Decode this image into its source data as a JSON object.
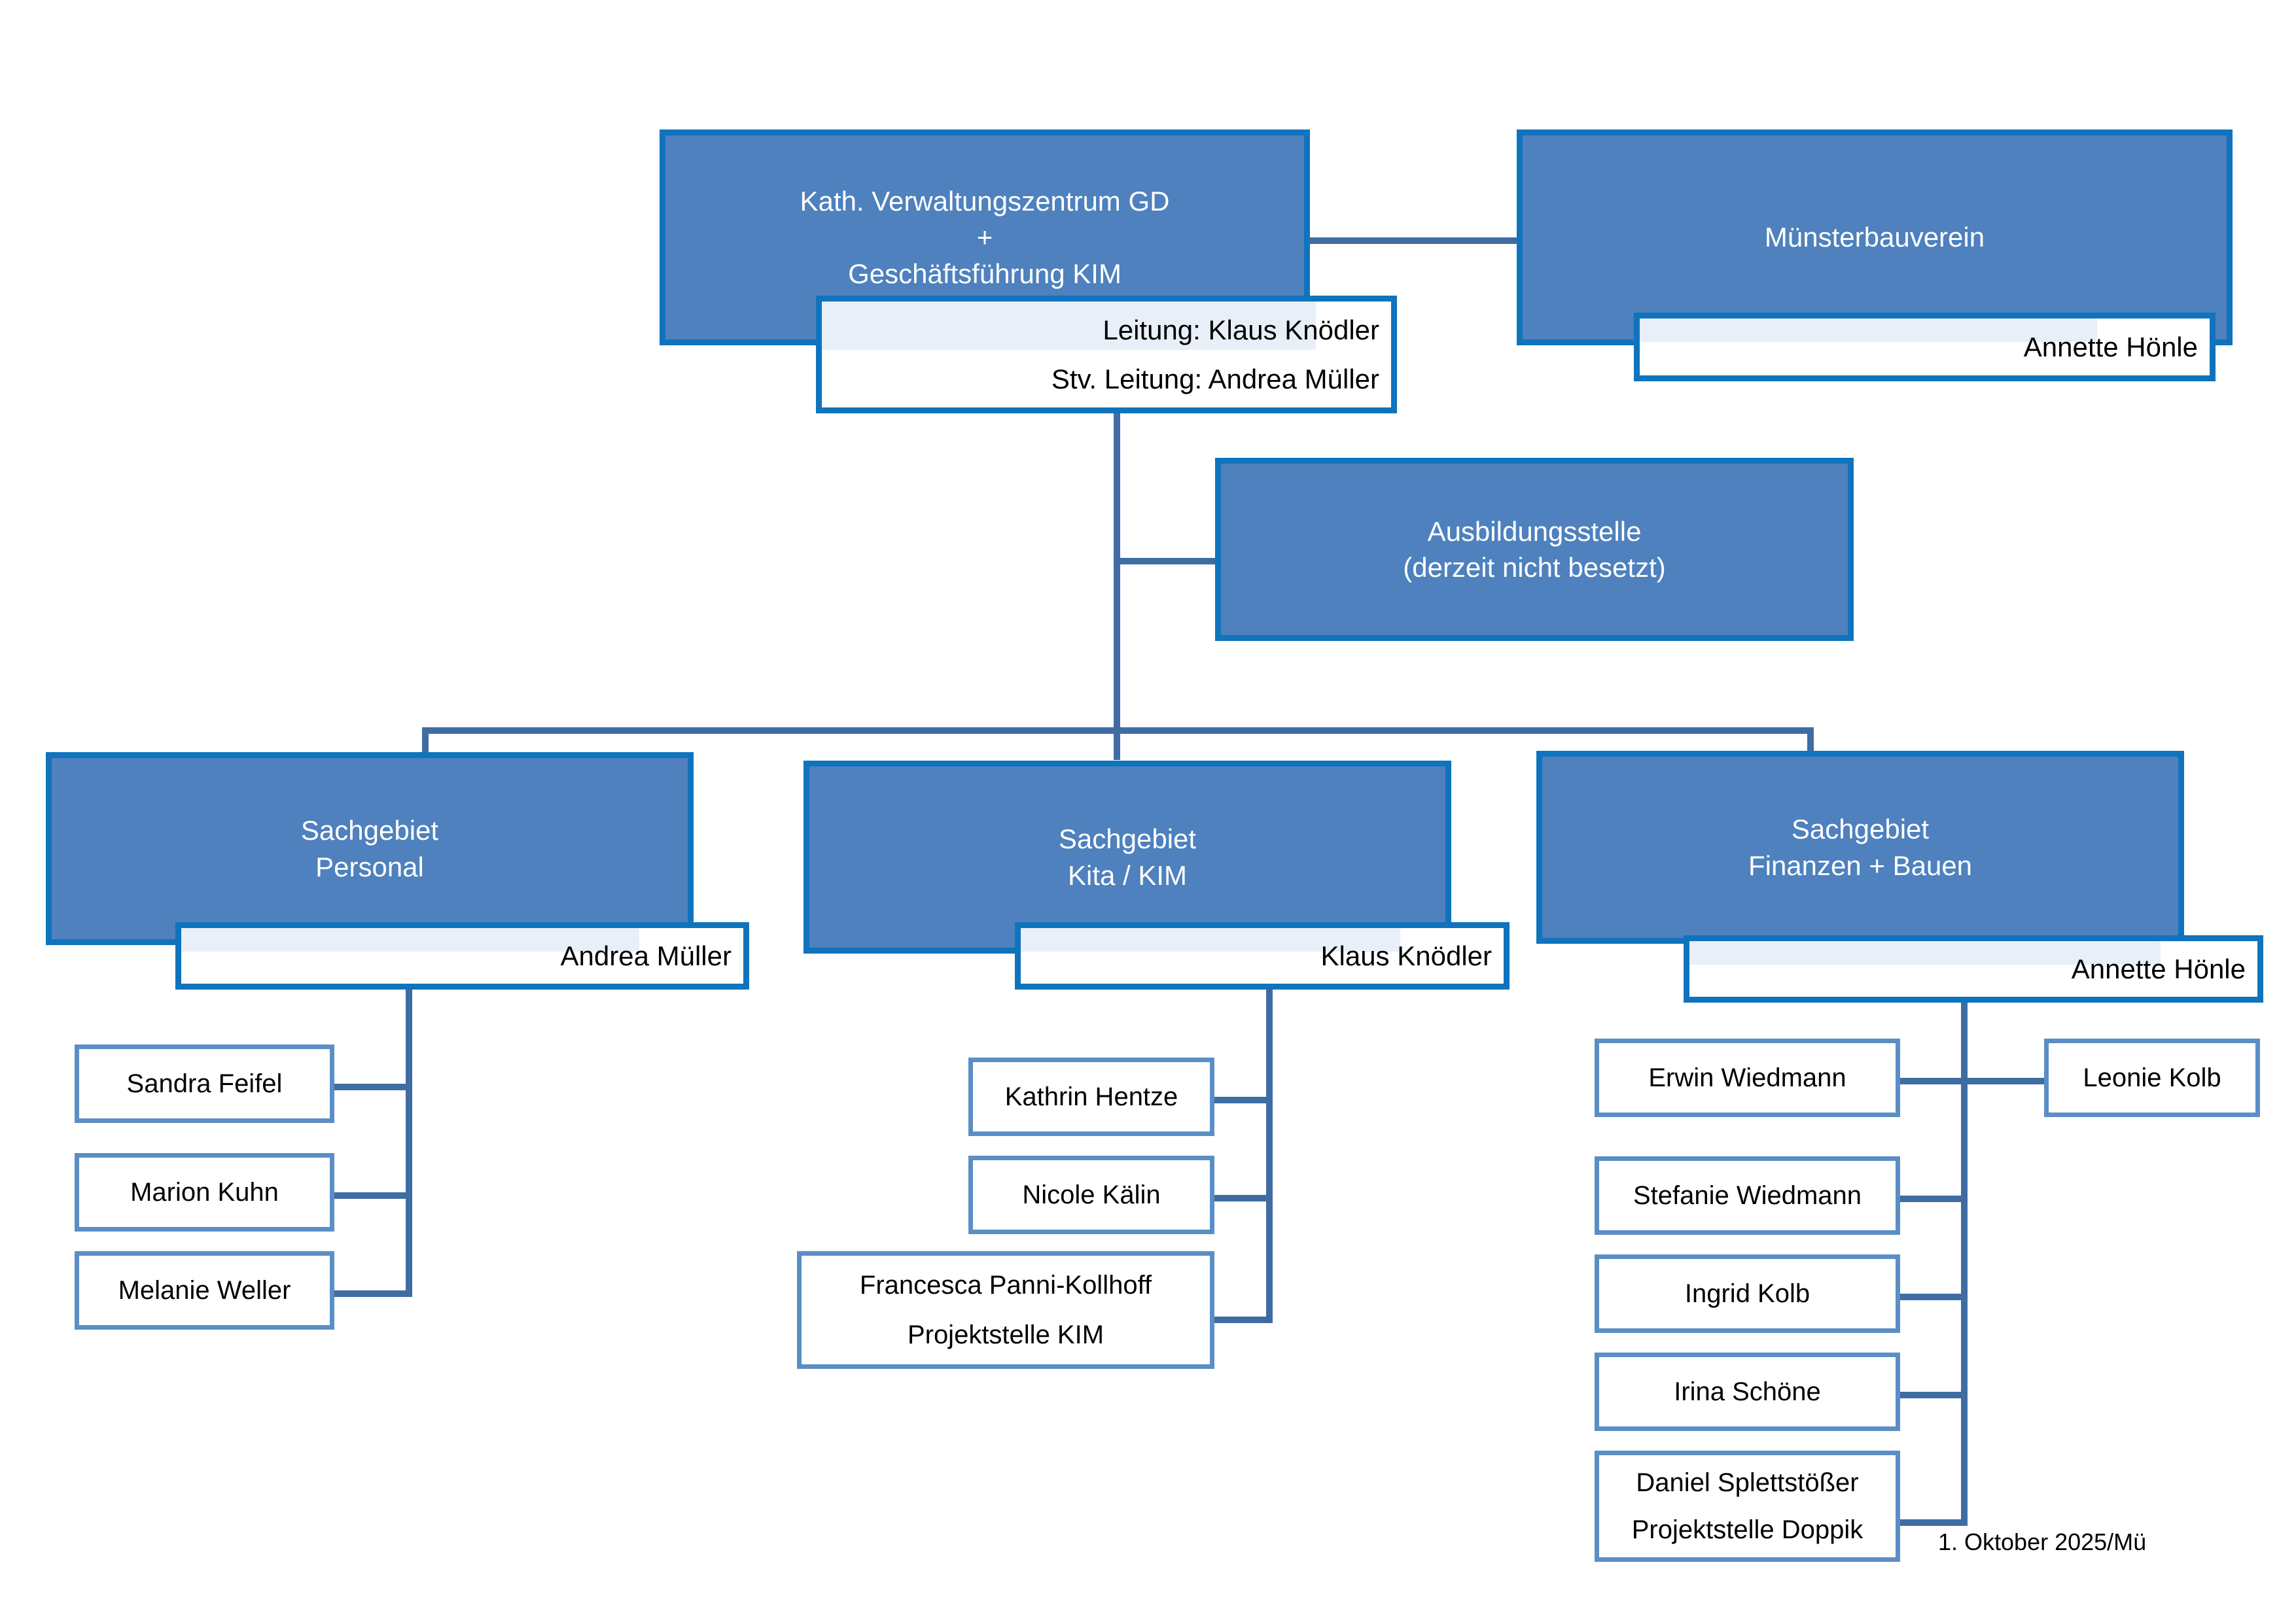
{
  "colors": {
    "unit_fill": "#4e81bd",
    "unit_border": "#1073bd",
    "person_border": "#5b8ec4",
    "connector": "#3f6da3",
    "tint": "#e8eff9",
    "text_on_fill": "#ffffff",
    "text_dark": "#000000"
  },
  "org": {
    "root": {
      "title_line1": "Kath. Verwaltungszentrum GD",
      "title_line2": "+",
      "title_line3": "Geschäftsführung KIM",
      "leader_line1": "Leitung:  Klaus Knödler",
      "leader_line2": "Stv. Leitung: Andrea Müller"
    },
    "muensterbauverein": {
      "title": "Münsterbauverein",
      "leader": "Annette Hönle"
    },
    "ausbildungsstelle": {
      "title_line1": "Ausbildungsstelle",
      "title_line2": "(derzeit nicht besetzt)"
    },
    "departments": [
      {
        "title_line1": "Sachgebiet",
        "title_line2": "Personal",
        "leader": "Andrea Müller",
        "members": [
          {
            "name": "Sandra Feifel"
          },
          {
            "name": "Marion Kuhn"
          },
          {
            "name": "Melanie Weller"
          }
        ]
      },
      {
        "title_line1": "Sachgebiet",
        "title_line2": "Kita / KIM",
        "leader": "Klaus Knödler",
        "members": [
          {
            "name": "Kathrin Hentze"
          },
          {
            "name": "Nicole Kälin"
          },
          {
            "name": "Francesca Panni-Kollhoff",
            "role": "Projektstelle KIM"
          }
        ]
      },
      {
        "title_line1": "Sachgebiet",
        "title_line2": "Finanzen + Bauen",
        "leader": "Annette Hönle",
        "members": [
          {
            "name": "Erwin Wiedmann"
          },
          {
            "name": "Leonie Kolb"
          },
          {
            "name": "Stefanie Wiedmann"
          },
          {
            "name": "Ingrid Kolb"
          },
          {
            "name": "Irina Schöne"
          },
          {
            "name": "Daniel Splettstößer",
            "role": "Projektstelle Doppik"
          }
        ]
      }
    ]
  },
  "footer": {
    "revision": "1. Oktober 2025/Mü"
  }
}
